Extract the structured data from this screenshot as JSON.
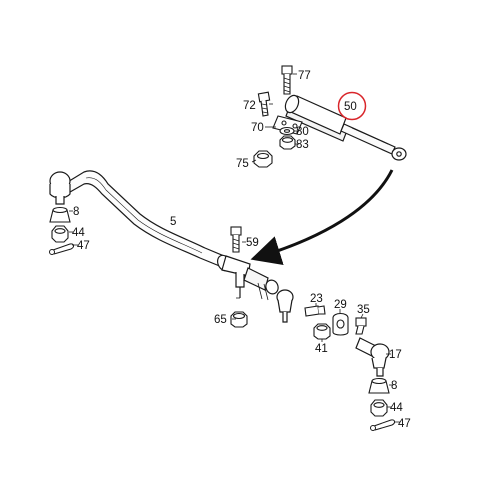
{
  "diagram": {
    "highlight_color": "#d9262b",
    "line_color": "#1a1a1a",
    "arrow_color": "#111111",
    "labels": {
      "p77": "77",
      "p72": "72",
      "p50": "50",
      "p70": "70",
      "p80": "80",
      "p83": "83",
      "p75": "75",
      "p5": "5",
      "p8a": "8",
      "p44a": "44",
      "p47a": "47",
      "p59": "59",
      "p23": "23",
      "p29": "29",
      "p35": "35",
      "p65": "65",
      "p41": "41",
      "p17": "17",
      "p8b": "8",
      "p44b": "44",
      "p47b": "47"
    }
  }
}
